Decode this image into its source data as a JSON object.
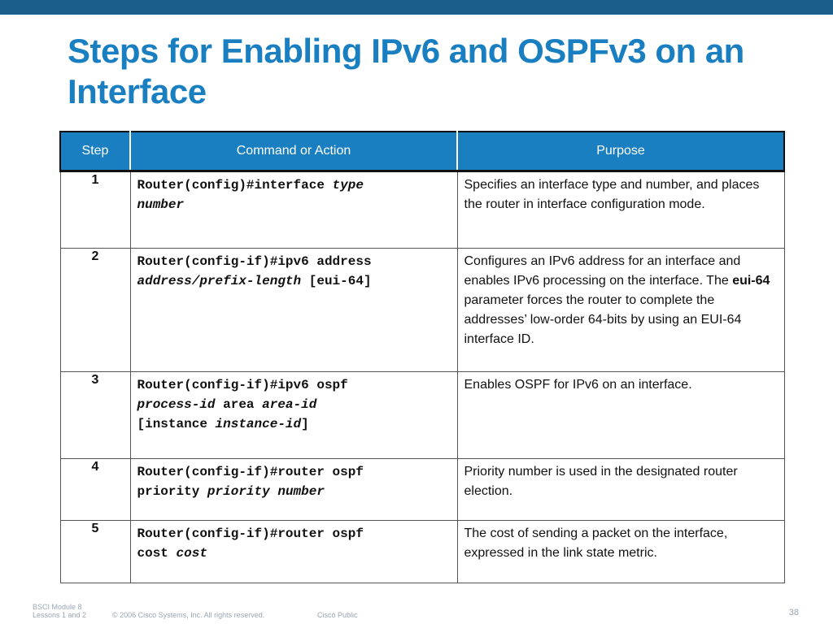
{
  "slide": {
    "title": "Steps for Enabling IPv6 and OSPFv3 on an Interface",
    "accent_color": "#1a7fc1",
    "topbar_color": "#1b5e8c"
  },
  "table": {
    "headers": [
      "Step",
      "Command or Action",
      "Purpose"
    ],
    "rows": [
      {
        "step": "1",
        "cmd_parts": [
          {
            "text": "Router(config)#interface ",
            "italic": false
          },
          {
            "text": "type",
            "italic": true
          },
          {
            "text": "\n",
            "italic": false
          },
          {
            "text": "number",
            "italic": true
          }
        ],
        "purpose_parts": [
          {
            "text": "Specifies an interface type and number, and places the router in interface configuration mode.",
            "bold": false
          }
        ]
      },
      {
        "step": "2",
        "cmd_parts": [
          {
            "text": "Router(config-if)#ipv6 address",
            "italic": false
          },
          {
            "text": "\n",
            "italic": false
          },
          {
            "text": "address/prefix-length",
            "italic": true
          },
          {
            "text": " [eui-64]",
            "italic": false
          }
        ],
        "purpose_parts": [
          {
            "text": "Configures an IPv6 address for an interface and enables IPv6 processing on the interface. The ",
            "bold": false
          },
          {
            "text": "eui-64",
            "bold": true
          },
          {
            "text": " parameter forces the router to complete the addresses’ low-order 64-bits by using an EUI-64 interface ID.",
            "bold": false
          }
        ]
      },
      {
        "step": "3",
        "cmd_parts": [
          {
            "text": "Router(config-if)#ipv6 ospf",
            "italic": false
          },
          {
            "text": "\n",
            "italic": false
          },
          {
            "text": "process-id",
            "italic": true
          },
          {
            "text": " area ",
            "italic": false
          },
          {
            "text": "area-id",
            "italic": true
          },
          {
            "text": "\n",
            "italic": false
          },
          {
            "text": "[instance ",
            "italic": false
          },
          {
            "text": "instance-id",
            "italic": true
          },
          {
            "text": "]",
            "italic": false
          }
        ],
        "purpose_parts": [
          {
            "text": "Enables OSPF for IPv6 on an interface.",
            "bold": false
          }
        ]
      },
      {
        "step": "4",
        "cmd_parts": [
          {
            "text": "Router(config-if)#router ospf",
            "italic": false
          },
          {
            "text": "\n",
            "italic": false
          },
          {
            "text": "priority ",
            "italic": false
          },
          {
            "text": "priority number",
            "italic": true
          }
        ],
        "purpose_parts": [
          {
            "text": "Priority number is used in the designated router election.",
            "bold": false
          }
        ]
      },
      {
        "step": "5",
        "cmd_parts": [
          {
            "text": "Router(config-if)#router ospf",
            "italic": false
          },
          {
            "text": "\n",
            "italic": false
          },
          {
            "text": "cost ",
            "italic": false
          },
          {
            "text": "cost",
            "italic": true
          }
        ],
        "purpose_parts": [
          {
            "text": "The cost of sending a packet on the interface, expressed in the link state metric.",
            "bold": false
          }
        ]
      }
    ]
  },
  "footer": {
    "module_line1": "BSCI Module 8",
    "module_line2": "Lessons 1 and 2",
    "copyright": "© 2006 Cisco Systems, Inc. All rights reserved.",
    "classification": "Cisco Public",
    "page_number": "38"
  }
}
